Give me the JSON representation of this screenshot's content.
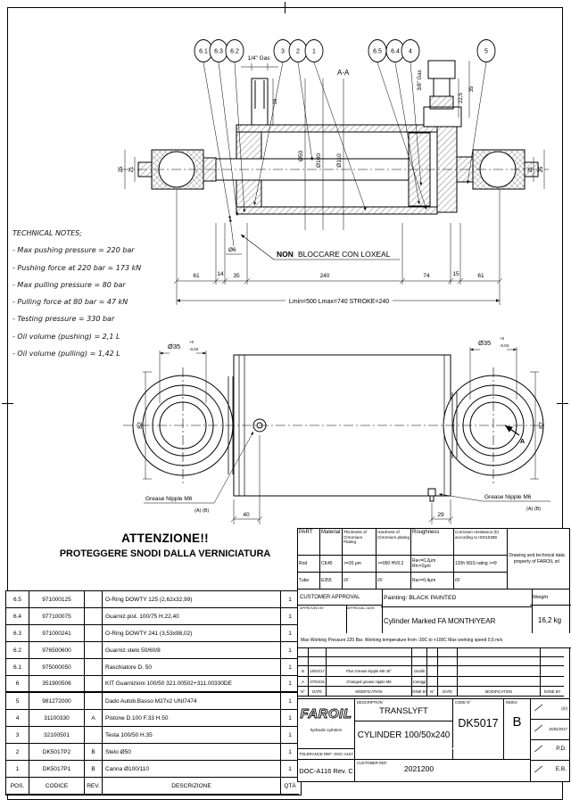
{
  "tech_notes": {
    "heading": "TECHNICAL NOTES;",
    "items": [
      "- Max pushing pressure = 220 bar",
      "- Pushing force at 220 bar = 173 kN",
      "- Max pulling pressure = 80 bar",
      "- Pulling force at 80 bar = 47 kN",
      "- Testing pressure = 330 bar",
      "- Oil volume (pushing) = 2,1 L",
      "- Oil volume (pulling) = 1,42 L"
    ]
  },
  "main_view": {
    "section_label": "A-A",
    "balloons": [
      "6.1",
      "6.3",
      "6.2",
      "3",
      "2",
      "1",
      "6.5",
      "6.4",
      "4",
      "5"
    ],
    "port_left_label": "1/4\" Gas",
    "port_right_label": "3/8\" Gas",
    "dim_16": "16",
    "dim_22_5": "22,5",
    "dim_35_vert": "35",
    "dia_rod": "Ø50",
    "dia_bore": "Ø100",
    "dia_tube": "Ø110",
    "dia_drain": "Ø6",
    "note_bold": "NON",
    "note_rest": "BLOCCARE CON LOXEAL",
    "left_outer": "25",
    "left_inner": "21",
    "right_inner": "21",
    "right_outer": "25",
    "chain": [
      "61",
      "14",
      "35",
      "240",
      "74",
      "15",
      "61"
    ],
    "total_label": "Lmin=500  Lmax=740  STROKE=240"
  },
  "side_view": {
    "dia_eye": "Ø35",
    "tol_plus": "+0",
    "tol_minus": "-0,04",
    "dim_82": "82",
    "dim_40": "40",
    "dim_29": "29",
    "grease_label": "Grease Nipple M6",
    "grease_sub": "(A) (B)",
    "section_arrow": "A"
  },
  "warning": {
    "line1": "ATTENZIONE!!",
    "line2": "PROTEGGERE SNODI DALLA VERNICIATURA"
  },
  "parts_table": {
    "headers": {
      "pos": "POS.",
      "code": "CODICE",
      "rev": "REV.",
      "desc": "DESCRIZIONE",
      "qty": "QTÀ"
    },
    "rows": [
      {
        "pos": "6.5",
        "code": "971000125",
        "rev": "",
        "desc": "O-Ring DOWTY 125  (2,62x32,99)",
        "qty": "1"
      },
      {
        "pos": "6.4",
        "code": "977100075",
        "rev": "",
        "desc": "Guarniz.pist. 100/75 H.22,40",
        "qty": "1"
      },
      {
        "pos": "6.3",
        "code": "971000241",
        "rev": "",
        "desc": "O-Ring DOWTY 241  (3,53x98,02)",
        "qty": "1"
      },
      {
        "pos": "6.2",
        "code": "976500600",
        "rev": "",
        "desc": "Guarniz.stelo 50/60/8",
        "qty": "1"
      },
      {
        "pos": "6.1",
        "code": "975000050",
        "rev": "",
        "desc": "Raschiatore D. 50",
        "qty": "1"
      },
      {
        "pos": "6",
        "code": "351900506",
        "rev": "",
        "desc": "KIT Guarnizioni 100/50 321.00502+311.00330DE",
        "qty": "1"
      },
      {
        "pos": "5",
        "code": "981272000",
        "rev": "",
        "desc": "Dado Autob.Basso M27x2 UNI7474",
        "qty": "1"
      },
      {
        "pos": "4",
        "code": "31100330",
        "rev": "A",
        "desc": "Pistone D.100 F.33 H.50",
        "qty": "1"
      },
      {
        "pos": "3",
        "code": "32100501",
        "rev": "",
        "desc": "Testa 100/50 H.35",
        "qty": "1"
      },
      {
        "pos": "2",
        "code": "DK5017P2",
        "rev": "B",
        "desc": "Stelo Ø50",
        "qty": "1"
      },
      {
        "pos": "1",
        "code": "DK5017P1",
        "rev": "B",
        "desc": "Canna Ø100/110",
        "qty": "1"
      }
    ]
  },
  "spec_table": {
    "headers": {
      "part": "PART",
      "material": "Material",
      "thickness": "Thickness of Chromium Plating",
      "hardness": "Hardness of Chromium plating",
      "roughness": "Roughness",
      "corrosion": "Corrosion resistance (h) according to ISO10289"
    },
    "property_note": "Drawing and technical data property of FAROIL srl",
    "rows": [
      {
        "part": "Rod",
        "material": "CK45",
        "thickness": ">=20 μm",
        "hardness": ">=950 HV0,2",
        "roughness": "Ra<=0,2μm Rt<=2μm",
        "corrosion": "120h NSS rating >=9"
      },
      {
        "part": "Tube",
        "material": "E355",
        "thickness": "////",
        "hardness": "////",
        "roughness": "Ra<=0,4μm",
        "corrosion": "////"
      }
    ]
  },
  "approval": {
    "title": "CUSTOMER APPROVAL",
    "approved_by": "APPROVED BY",
    "approval_date": "APPROVAL DATE",
    "painting": "Painting: BLACK PAINTED",
    "marking": "Cylinder Marked FA MONTH/YEAR",
    "weight_label": "Weight",
    "weight_value": "16,2 kg",
    "working_note": "Max Working Pressure 220 Bar. Working temperature from -30C to +100C  Max working speed 0,5 m/s"
  },
  "revisions": {
    "headers": {
      "n": "N°",
      "date": "DATE",
      "modification": "MODIFICATION",
      "done_by": "DONE BY"
    },
    "rows": [
      {
        "n": "B",
        "date": "15/02/17",
        "modification": "Plus Grease Nipple M6 45°",
        "done_by": "Giraldi"
      },
      {
        "n": "A",
        "date": "27/04/15",
        "modification": "Changed grease nipple M6",
        "done_by": "Careggi"
      }
    ]
  },
  "title_block": {
    "logo_text": "FAROIL",
    "logo_sub": "hydraulic cylinders",
    "tolerance_ref": "TOLERANCE REF: DOC-A167",
    "doc_ref": "DOC-A116 Rev. C",
    "description_label": "DESCRIPTION",
    "description_line1": "TRANSLYFT",
    "description_line2": "CYLINDER 100/50x240",
    "customer_ref_label": "CUSTOMER REF.",
    "customer_ref_value": "2021200",
    "code_label": "CODE N°",
    "code_value": "DK5017",
    "index_label": "INDEX",
    "index_value": "B",
    "signs": [
      "(///)",
      "15/02/2017",
      "P.D.",
      "E.B."
    ]
  }
}
